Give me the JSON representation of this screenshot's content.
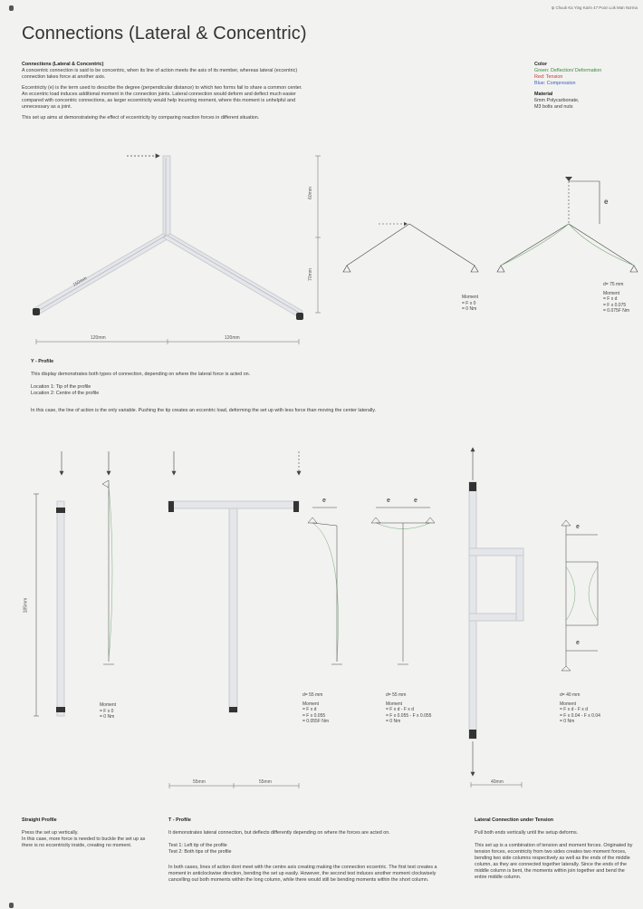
{
  "header": {
    "author": "Ip Chuuk Ka Ying Karin  47 Poon Lok Man Norma",
    "title": "Connections (Lateral & Concentric)"
  },
  "intro": {
    "heading": "Connections (Lateral & Concentric)",
    "p1": "A concentric connection is said to be concentric, when its line of action meets the axis of its member, whereas lateral (eccentric) connection takes force at another axis.",
    "p2": "Eccentricity (e) is the term used to describe the degree (perpendicular distance) to which two forms fail to share a common center. An eccentric load induces additional moment in the connection joints. Lateral connection would deform and deflect much easier compared with concentric connections, as larger eccentricity would help incurring moment, where this moment is unhelpful and unnecessary as a joint.",
    "p3": "This set up aims at demonstrateing the effect of eccentricity by comparing reaction forces in different situation."
  },
  "legend": {
    "color_heading": "Color",
    "green": "Green: Deflection/ Deformation",
    "red": "Red: Tension",
    "blue": "Blue: Compression",
    "material_heading": "Material",
    "material_1": "6mm Polycarbonate,",
    "material_2": "M3 bolts and nuts"
  },
  "y_profile": {
    "dims": {
      "vertical_top": "60mm",
      "vertical_bottom": "70mm",
      "arm": "150mm",
      "left": "120mm",
      "right": "120mm"
    },
    "diagram_left": {
      "moment_label": "Moment",
      "eq1": "= F x 0",
      "eq2": "= 0 Nm"
    },
    "diagram_right": {
      "d": "d= 75 mm",
      "e": "e",
      "moment_label": "Moment",
      "eq1": "= F x d",
      "eq2": "= F x 0.075",
      "eq3": "= 0.075F Nm"
    },
    "heading": "Y - Profile",
    "desc": "This display demonstrates both types of connection, depending on where the lateral force is acted on.",
    "loc1": "Location 1: Tip of the profile",
    "loc2": "Location 2: Centre of the profile",
    "note": "In this case, the line of action is the only variable. Pushing the tip creates an eccentric load, deforming the set up with less force than moving the center laterally."
  },
  "straight": {
    "dim": "185mm",
    "moment_label": "Moment",
    "eq1": "= F x 0",
    "eq2": "= 0 Nm",
    "heading": "Straight Profile",
    "desc": "Press the set up vertically.\nIn this case, more force is needed to buckle the set up as there is no eccentricity inside, creating no moment."
  },
  "t_profile": {
    "dim_left": "55mm",
    "dim_right": "55mm",
    "test1": {
      "e": "e",
      "d": "d= 55 mm",
      "moment_label": "Moment",
      "eq1": "= F x d",
      "eq2": "= F x 0.055",
      "eq3": "= 0.055F Nm"
    },
    "test2": {
      "e": "e",
      "d": "d= 55 mm",
      "moment_label": "Moment",
      "eq1": "= F x d - F x d",
      "eq2": "= F x 0.055 - F x 0.055",
      "eq3": "= 0 Nm"
    },
    "heading": "T - Profile",
    "desc": "It demonstrates lateral connection, but deflects differently depending on where the forces are acted on.",
    "t1": "Test 1: Left tip of the profile",
    "t2": "Test 2: Both tips of the profile",
    "note": "In both cases, lines of action dont meet with the centre axis creating making the connection eccentric. The first test creates a moment in anticlockwise direction, bending the set up easily. However, the second test induces another moment clockwisely cancelling out both moments within the long column, while there would still be bending moments within the short column."
  },
  "lateral": {
    "dim": "40mm",
    "e": "e",
    "d": "d= 40 mm",
    "moment_label": "Moment",
    "eq1": "= F x d - F x d",
    "eq2": "= F x 0.04 - F x 0.04",
    "eq3": "= 0 Nm",
    "heading": "Lateral Connection under Tension",
    "desc": "Pull both ends vertically until the setup deforms.",
    "note": "This set up is a combination of tension and moment forces. Originated by tension forces, eccentricity from two sides creates two moment forces, bending two side columns respectively as well as the ends of the middle column, as they are connected together laterally. Since the ends of the middle column is bent, the moments within join together and bend the entire middle column."
  },
  "colors": {
    "green": "#3c8a3c",
    "red": "#c43a3a",
    "blue": "#3a5cc4",
    "background": "#f2f2f0"
  }
}
